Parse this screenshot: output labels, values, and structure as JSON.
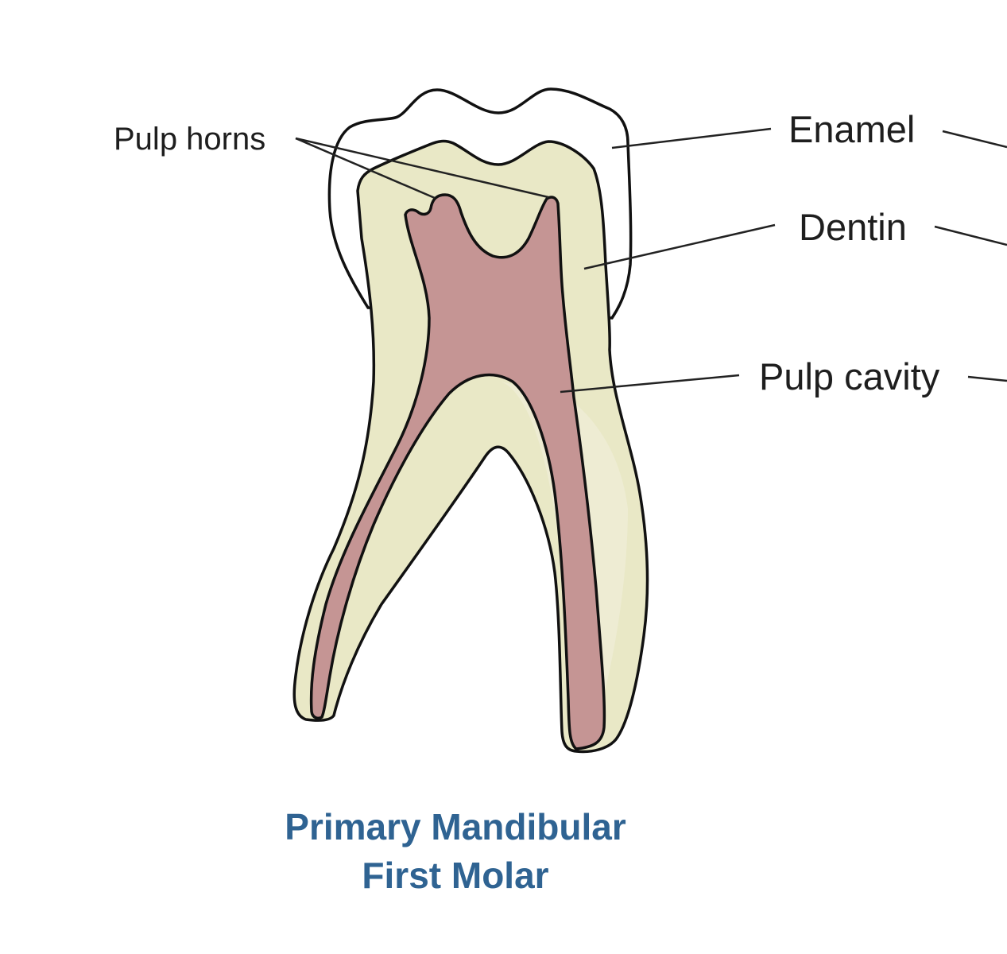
{
  "labels": {
    "pulp_horns": "Pulp horns",
    "enamel": "Enamel",
    "dentin": "Dentin",
    "pulp_cavity": "Pulp cavity"
  },
  "title": {
    "line1": "Primary Mandibular",
    "line2": "First Molar"
  },
  "colors": {
    "enamel": "#ffffff",
    "dentin": "#e9e8c6",
    "pulp": "#c59594",
    "outline": "#111111",
    "title": "#2f6392"
  }
}
